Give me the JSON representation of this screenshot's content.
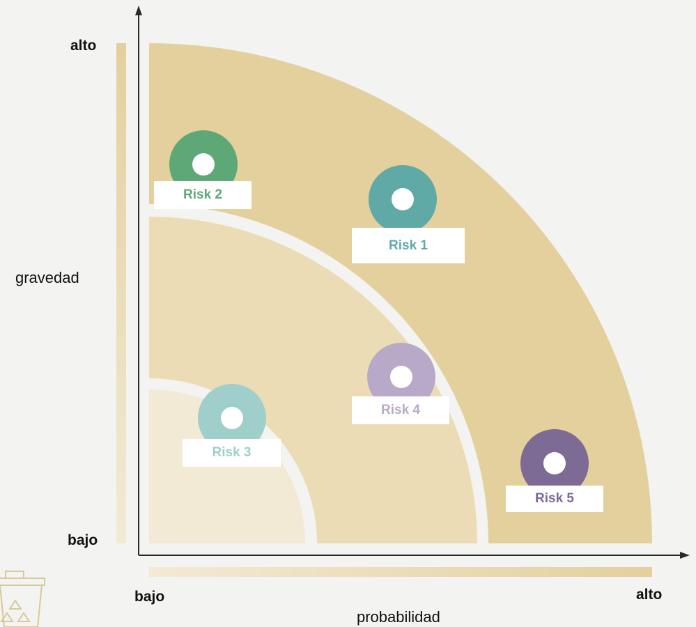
{
  "chart": {
    "y_axis_label": "gravedad",
    "x_axis_label": "probabilidad",
    "y_high": "alto",
    "y_low": "bajo",
    "x_low": "bajo",
    "x_high": "alto"
  },
  "risks": [
    {
      "label": "Risk 2",
      "color": "#5ea877",
      "text_color": "#5ea877"
    },
    {
      "label": "Risk 1",
      "color": "#5fa9a6",
      "text_color": "#5fa9a6"
    },
    {
      "label": "Risk 4",
      "color": "#b8a9c9",
      "text_color": "#b8a9c9"
    },
    {
      "label": "Risk 3",
      "color": "#9fcfca",
      "text_color": "#9fcfca"
    },
    {
      "label": "Risk 5",
      "color": "#7e6b95",
      "text_color": "#7e6b95"
    }
  ],
  "colors": {
    "zone_inner": "#f3ead5",
    "zone_middle": "#ebdcb5",
    "zone_outer": "#e3d09d",
    "gradient_light": "#f3ead5",
    "gradient_dark": "#e3d09d",
    "axis": "#2a2a2a",
    "recycle_icon": "#d8c89a"
  },
  "icons": {
    "recycle": "recycle-bin-icon"
  }
}
